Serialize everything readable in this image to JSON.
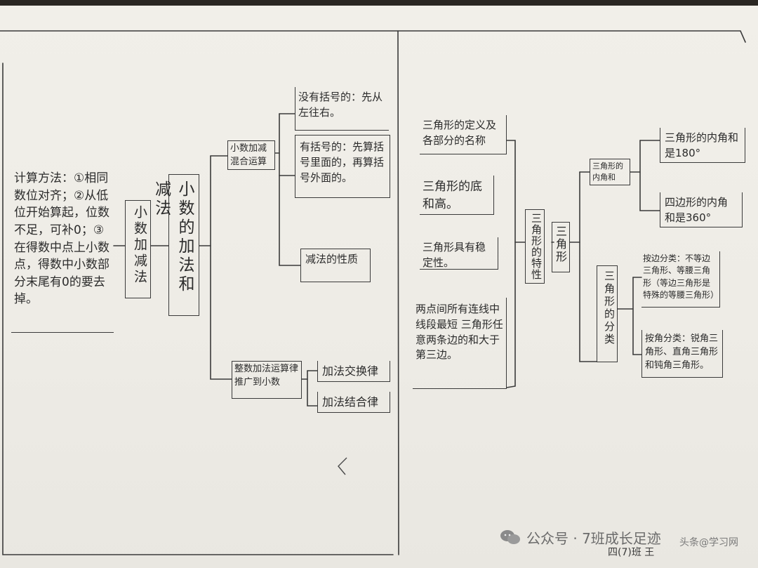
{
  "left": {
    "method": "计算方法：①相同数位对齐；②从低位开始算起，位数不足，可补0；③在得数中点上小数点，得数中小数部分末尾有0的要去掉。",
    "sub": "小数加减法",
    "main": "小数的加法和减法",
    "mix": "小数加减混合运算",
    "nobracket": "没有括号的：先从左往右。",
    "bracket": "有括号的：先算括号里面的，再算括号外面的。",
    "subtract": "减法的性质",
    "extend": "整数加法运算律推广到小数",
    "commutative": "加法交换律",
    "associative": "加法结合律"
  },
  "right": {
    "definition": "三角形的定义及各部分的名称",
    "base_height": "三角形的底和高。",
    "stable": "三角形具有稳定性。",
    "inequality": "两点间所有连线中线段最短 三角形任意两条边的和大于第三边。",
    "features": "三角形的特性",
    "triangle": "三角形",
    "angle_sum": "三角形的内角和",
    "sum180": "三角形的内角和是180°",
    "sum360": "四边形的内角和是360°",
    "classify": "三角形的分类",
    "by_side": "按边分类：不等边三角形、等腰三角形（等边三角形是特殊的等腰三角形）",
    "by_angle": "按角分类：锐角三角形、直角三角形和钝角三角形。"
  },
  "watermark": "公众号 · 7班成长足迹",
  "signature": "四(7)班 王",
  "watermark2": "头条@学习网"
}
